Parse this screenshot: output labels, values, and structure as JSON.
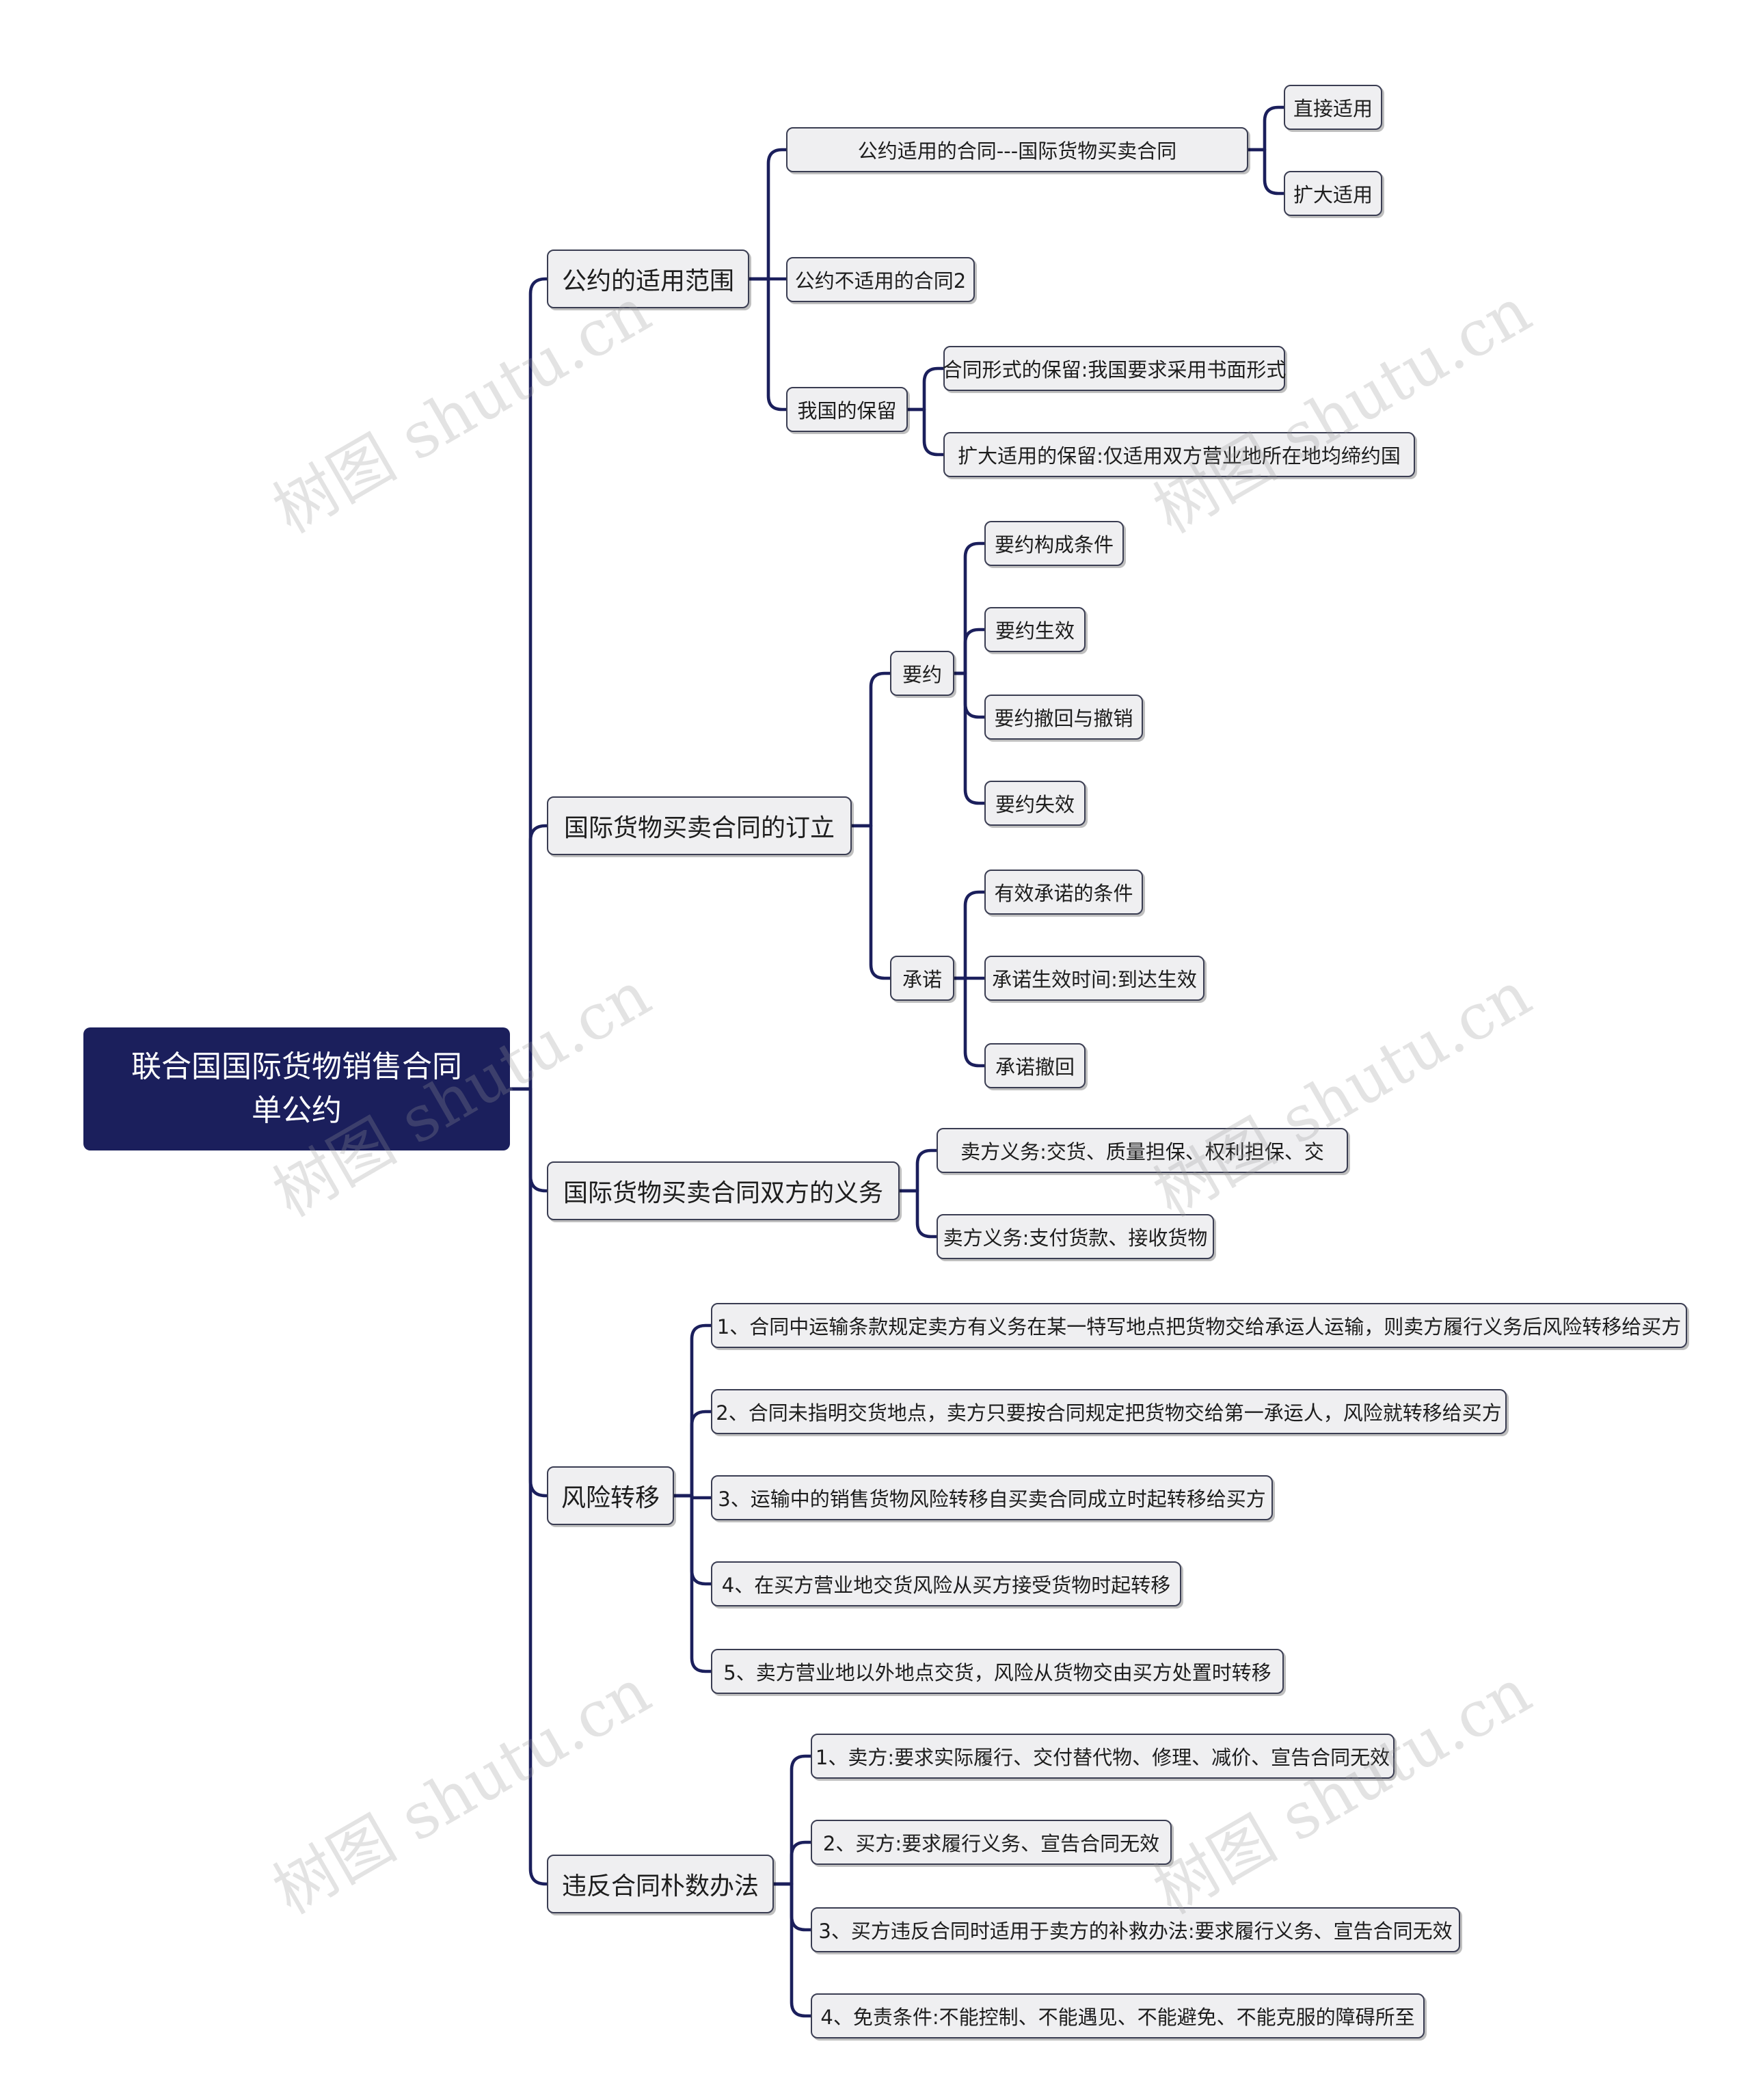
{
  "root": {
    "line1": "联合国国际货物销售合同",
    "line2": "单公约"
  },
  "branches": [
    {
      "label": "公约的适用范围",
      "children": [
        {
          "label": "公约适用的合同---国际货物买卖合同",
          "children": [
            {
              "label": "直接适用"
            },
            {
              "label": "扩大适用"
            }
          ]
        },
        {
          "label": "公约不适用的合同2"
        },
        {
          "label": "我国的保留",
          "children": [
            {
              "label": "合同形式的保留:我国要求采用书面形式"
            },
            {
              "label": "扩大适用的保留:仅适用双方营业地所在地均缔约国"
            }
          ]
        }
      ]
    },
    {
      "label": "国际货物买卖合同的订立",
      "children": [
        {
          "label": "要约",
          "children": [
            {
              "label": "要约构成条件"
            },
            {
              "label": "要约生效"
            },
            {
              "label": "要约撤回与撤销"
            },
            {
              "label": "要约失效"
            }
          ]
        },
        {
          "label": "承诺",
          "children": [
            {
              "label": "有效承诺的条件"
            },
            {
              "label": "承诺生效时间:到达生效"
            },
            {
              "label": "承诺撤回"
            }
          ]
        }
      ]
    },
    {
      "label": "国际货物买卖合同双方的义务",
      "children": [
        {
          "label": "卖方义务:交货、质量担保、权利担保、交"
        },
        {
          "label": "卖方义务:支付货款、接收货物"
        }
      ]
    },
    {
      "label": "风险转移",
      "children": [
        {
          "label": "1、合同中运输条款规定卖方有义务在某一特写地点把货物交给承运人运输，则卖方履行义务后风险转移给买方"
        },
        {
          "label": "2、合同未指明交货地点，卖方只要按合同规定把货物交给第一承运人，风险就转移给买方"
        },
        {
          "label": "3、运输中的销售货物风险转移自买卖合同成立时起转移给买方"
        },
        {
          "label": "4、在买方营业地交货风险从买方接受货物时起转移"
        },
        {
          "label": "5、卖方营业地以外地点交货，风险从货物交由买方处置时转移"
        }
      ]
    },
    {
      "label": "违反合同朴数办法",
      "children": [
        {
          "label": "1、卖方:要求实际履行、交付替代物、修理、减价、宣告合同无效"
        },
        {
          "label": "2、买方:要求履行义务、宣告合同无效"
        },
        {
          "label": "3、买方违反合同时适用于卖方的补救办法:要求履行义务、宣告合同无效"
        },
        {
          "label": "4、免责条件:不能控制、不能遇见、不能避免、不能克服的障碍所至"
        }
      ]
    }
  ],
  "watermark": "树图 shutu.cn",
  "colors": {
    "line": "#1b1f5c",
    "root_fill": "#1b1f5c",
    "node_fill": "#efeff1",
    "node_border": "#3a3d52"
  }
}
